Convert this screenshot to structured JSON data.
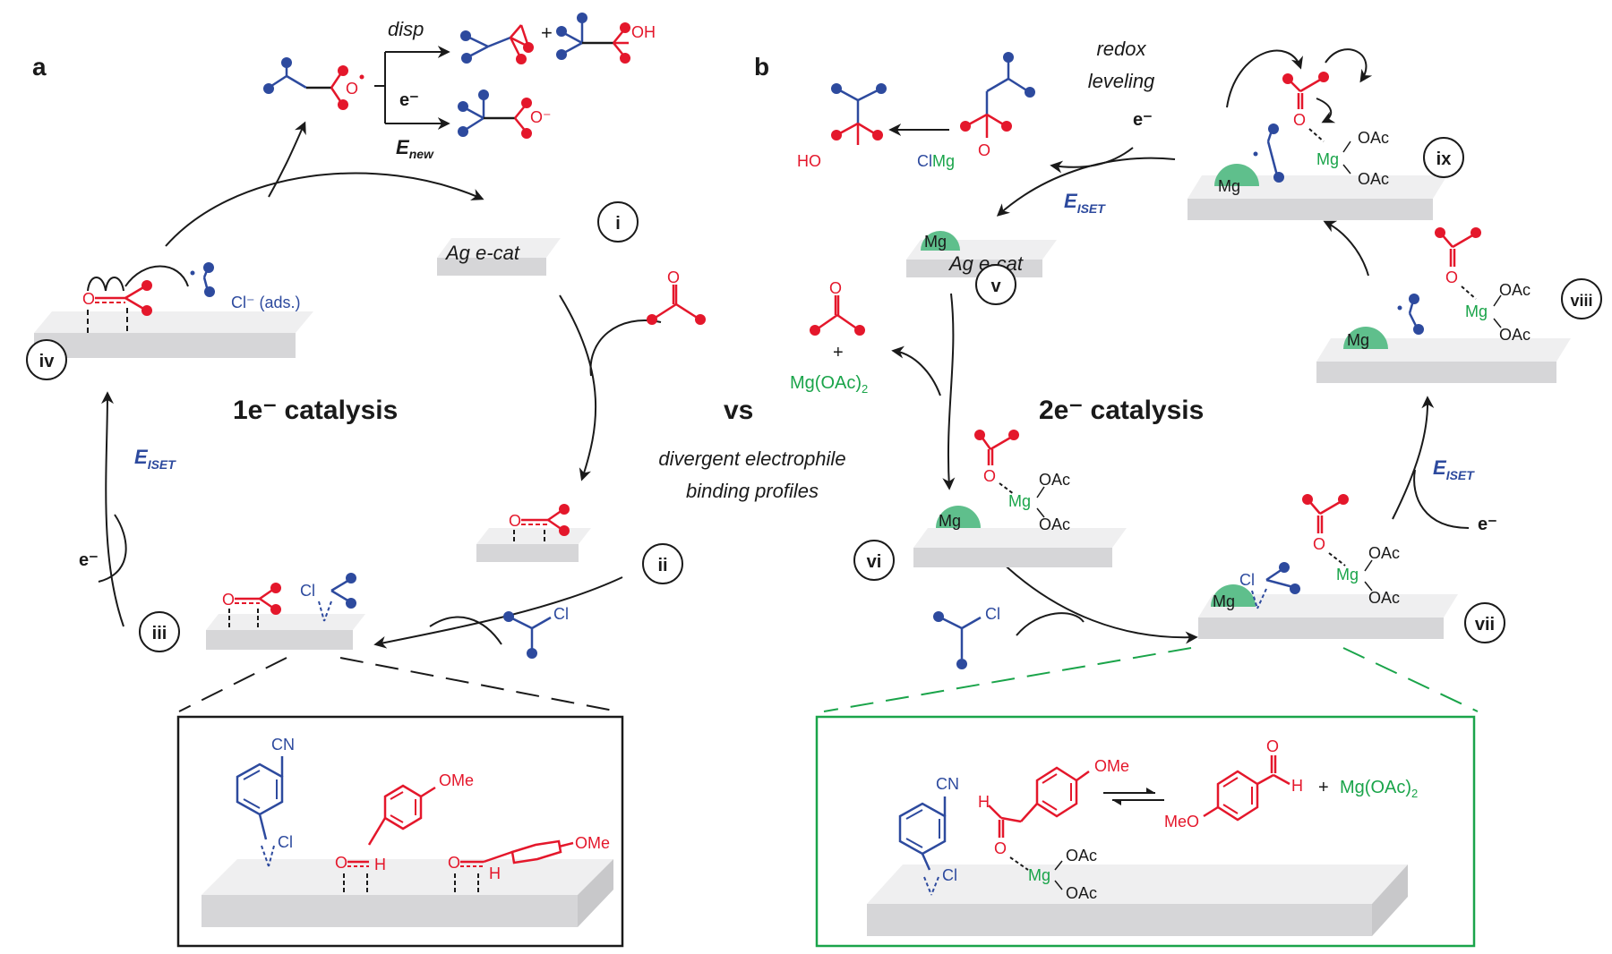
{
  "colors": {
    "red": "#e4172b",
    "blue": "#2d4a9e",
    "green": "#1aa44a",
    "mg_fill": "#5fbf8c",
    "black": "#1a1a1a",
    "surface_top": "#efeff0",
    "surface_front": "#d6d6d8",
    "frame_left": "#1a1a1a",
    "frame_right": "#1aa44a"
  },
  "panel_a": {
    "letter": "a",
    "center_label": "1e⁻ catalysis",
    "catalyst_label": "Ag e-cat",
    "step_labels": [
      "i",
      "ii",
      "iii",
      "iv"
    ],
    "electron": "e⁻",
    "potential_main": "E",
    "potential_sub": "ISET",
    "new_potential_main": "E",
    "new_potential_sub": "new",
    "disp_label": "disp",
    "plus": "+",
    "oh_label": "OH",
    "chloride_label": "Cl⁻ (ads.)",
    "cl_label": "Cl",
    "o_label": "O",
    "o_minus": "O⁻",
    "h_label": "H",
    "cn_label": "CN",
    "ome_label": "OMe"
  },
  "center": {
    "vs": "vs",
    "caption_line1": "divergent electrophile",
    "caption_line2": "binding profiles",
    "plus": "+",
    "mg_salt": "Mg(OAc)",
    "mg_salt_sub": "2"
  },
  "panel_b": {
    "letter": "b",
    "center_label": "2e⁻ catalysis",
    "catalyst_label": "Ag e-cat",
    "step_labels": [
      "v",
      "vi",
      "vii",
      "viii",
      "ix"
    ],
    "redox_line1": "redox",
    "redox_line2": "leveling",
    "electron": "e⁻",
    "potential_main": "E",
    "potential_sub": "ISET",
    "mg_label": "Mg",
    "oac_label": "OAc",
    "clmg_label": "ClMg",
    "ho_label": "HO",
    "o_label": "O",
    "cl_label": "Cl",
    "h_label": "H",
    "cn_label": "CN",
    "ome_label": "OMe",
    "meo_label": "MeO",
    "plus": "+",
    "mg_salt": "Mg(OAc)",
    "mg_salt_sub": "2"
  }
}
